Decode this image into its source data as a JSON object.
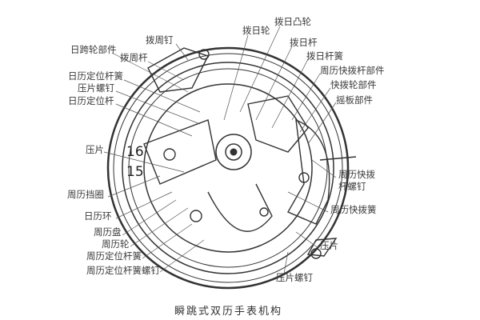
{
  "title": "瞬跳式双历手表机构",
  "dial_numbers": [
    "16",
    "15"
  ],
  "labels_left": [
    "拨周钉",
    "日跨轮部件",
    "拨周杆",
    "日历定位杆簧",
    "压片螺钉",
    "日历定位杆",
    "压片",
    "周历挡圈",
    "日历环",
    "周历盘",
    "周历轮",
    "周历定位杆簧",
    "周历定位杆簧螺钉"
  ],
  "labels_right": [
    "拨日轮",
    "拨日凸轮",
    "拨日杆",
    "拨日杆簧",
    "周历快拨杆部件",
    "快拨轮部件",
    "摇板部件",
    "周历快拨",
    "杆螺钉",
    "周历快拨簧",
    "压片",
    "压片螺钉"
  ]
}
